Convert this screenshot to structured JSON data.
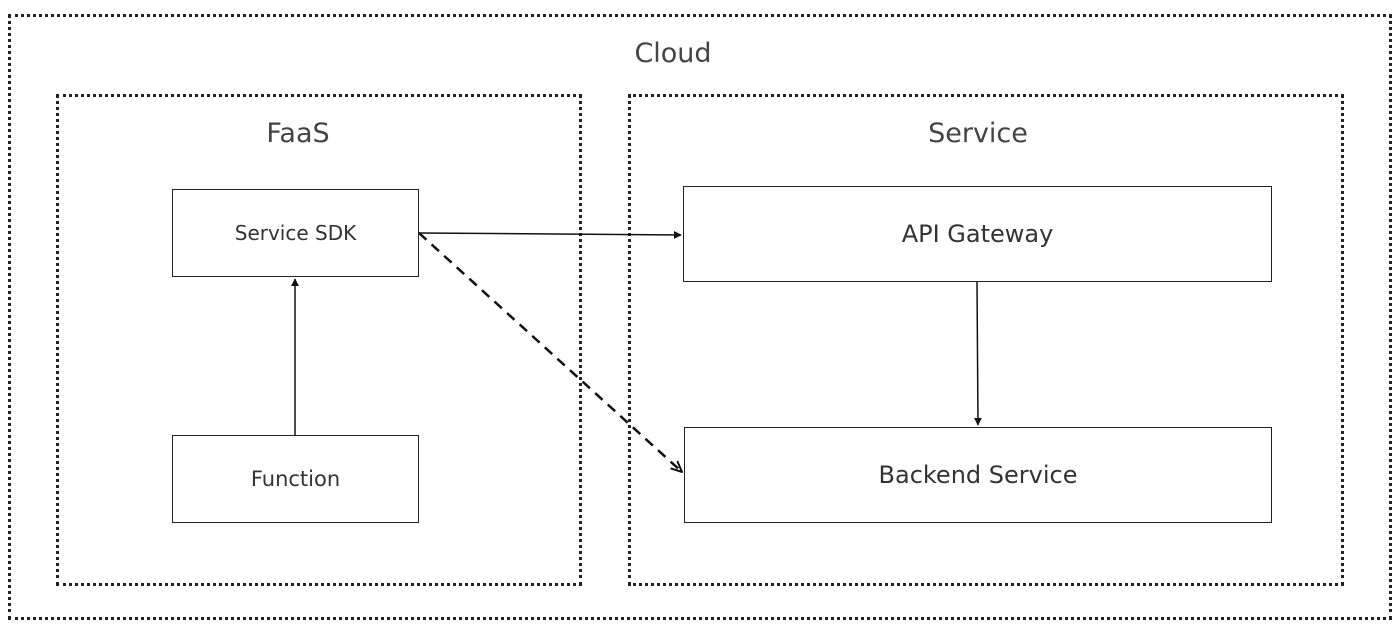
{
  "diagram": {
    "cloud": {
      "label": "Cloud"
    },
    "faas": {
      "label": "FaaS",
      "service_sdk": "Service SDK",
      "function": "Function"
    },
    "service": {
      "label": "Service",
      "api_gateway": "API Gateway",
      "backend_service": "Backend Service"
    }
  },
  "edges": [
    {
      "from": "Function",
      "to": "Service SDK",
      "style": "solid"
    },
    {
      "from": "Service SDK",
      "to": "API Gateway",
      "style": "solid"
    },
    {
      "from": "API Gateway",
      "to": "Backend Service",
      "style": "solid"
    },
    {
      "from": "Service SDK",
      "to": "Backend Service",
      "style": "dashed"
    }
  ],
  "colors": {
    "line": "#111111",
    "text": "#333333",
    "background": "#ffffff"
  }
}
